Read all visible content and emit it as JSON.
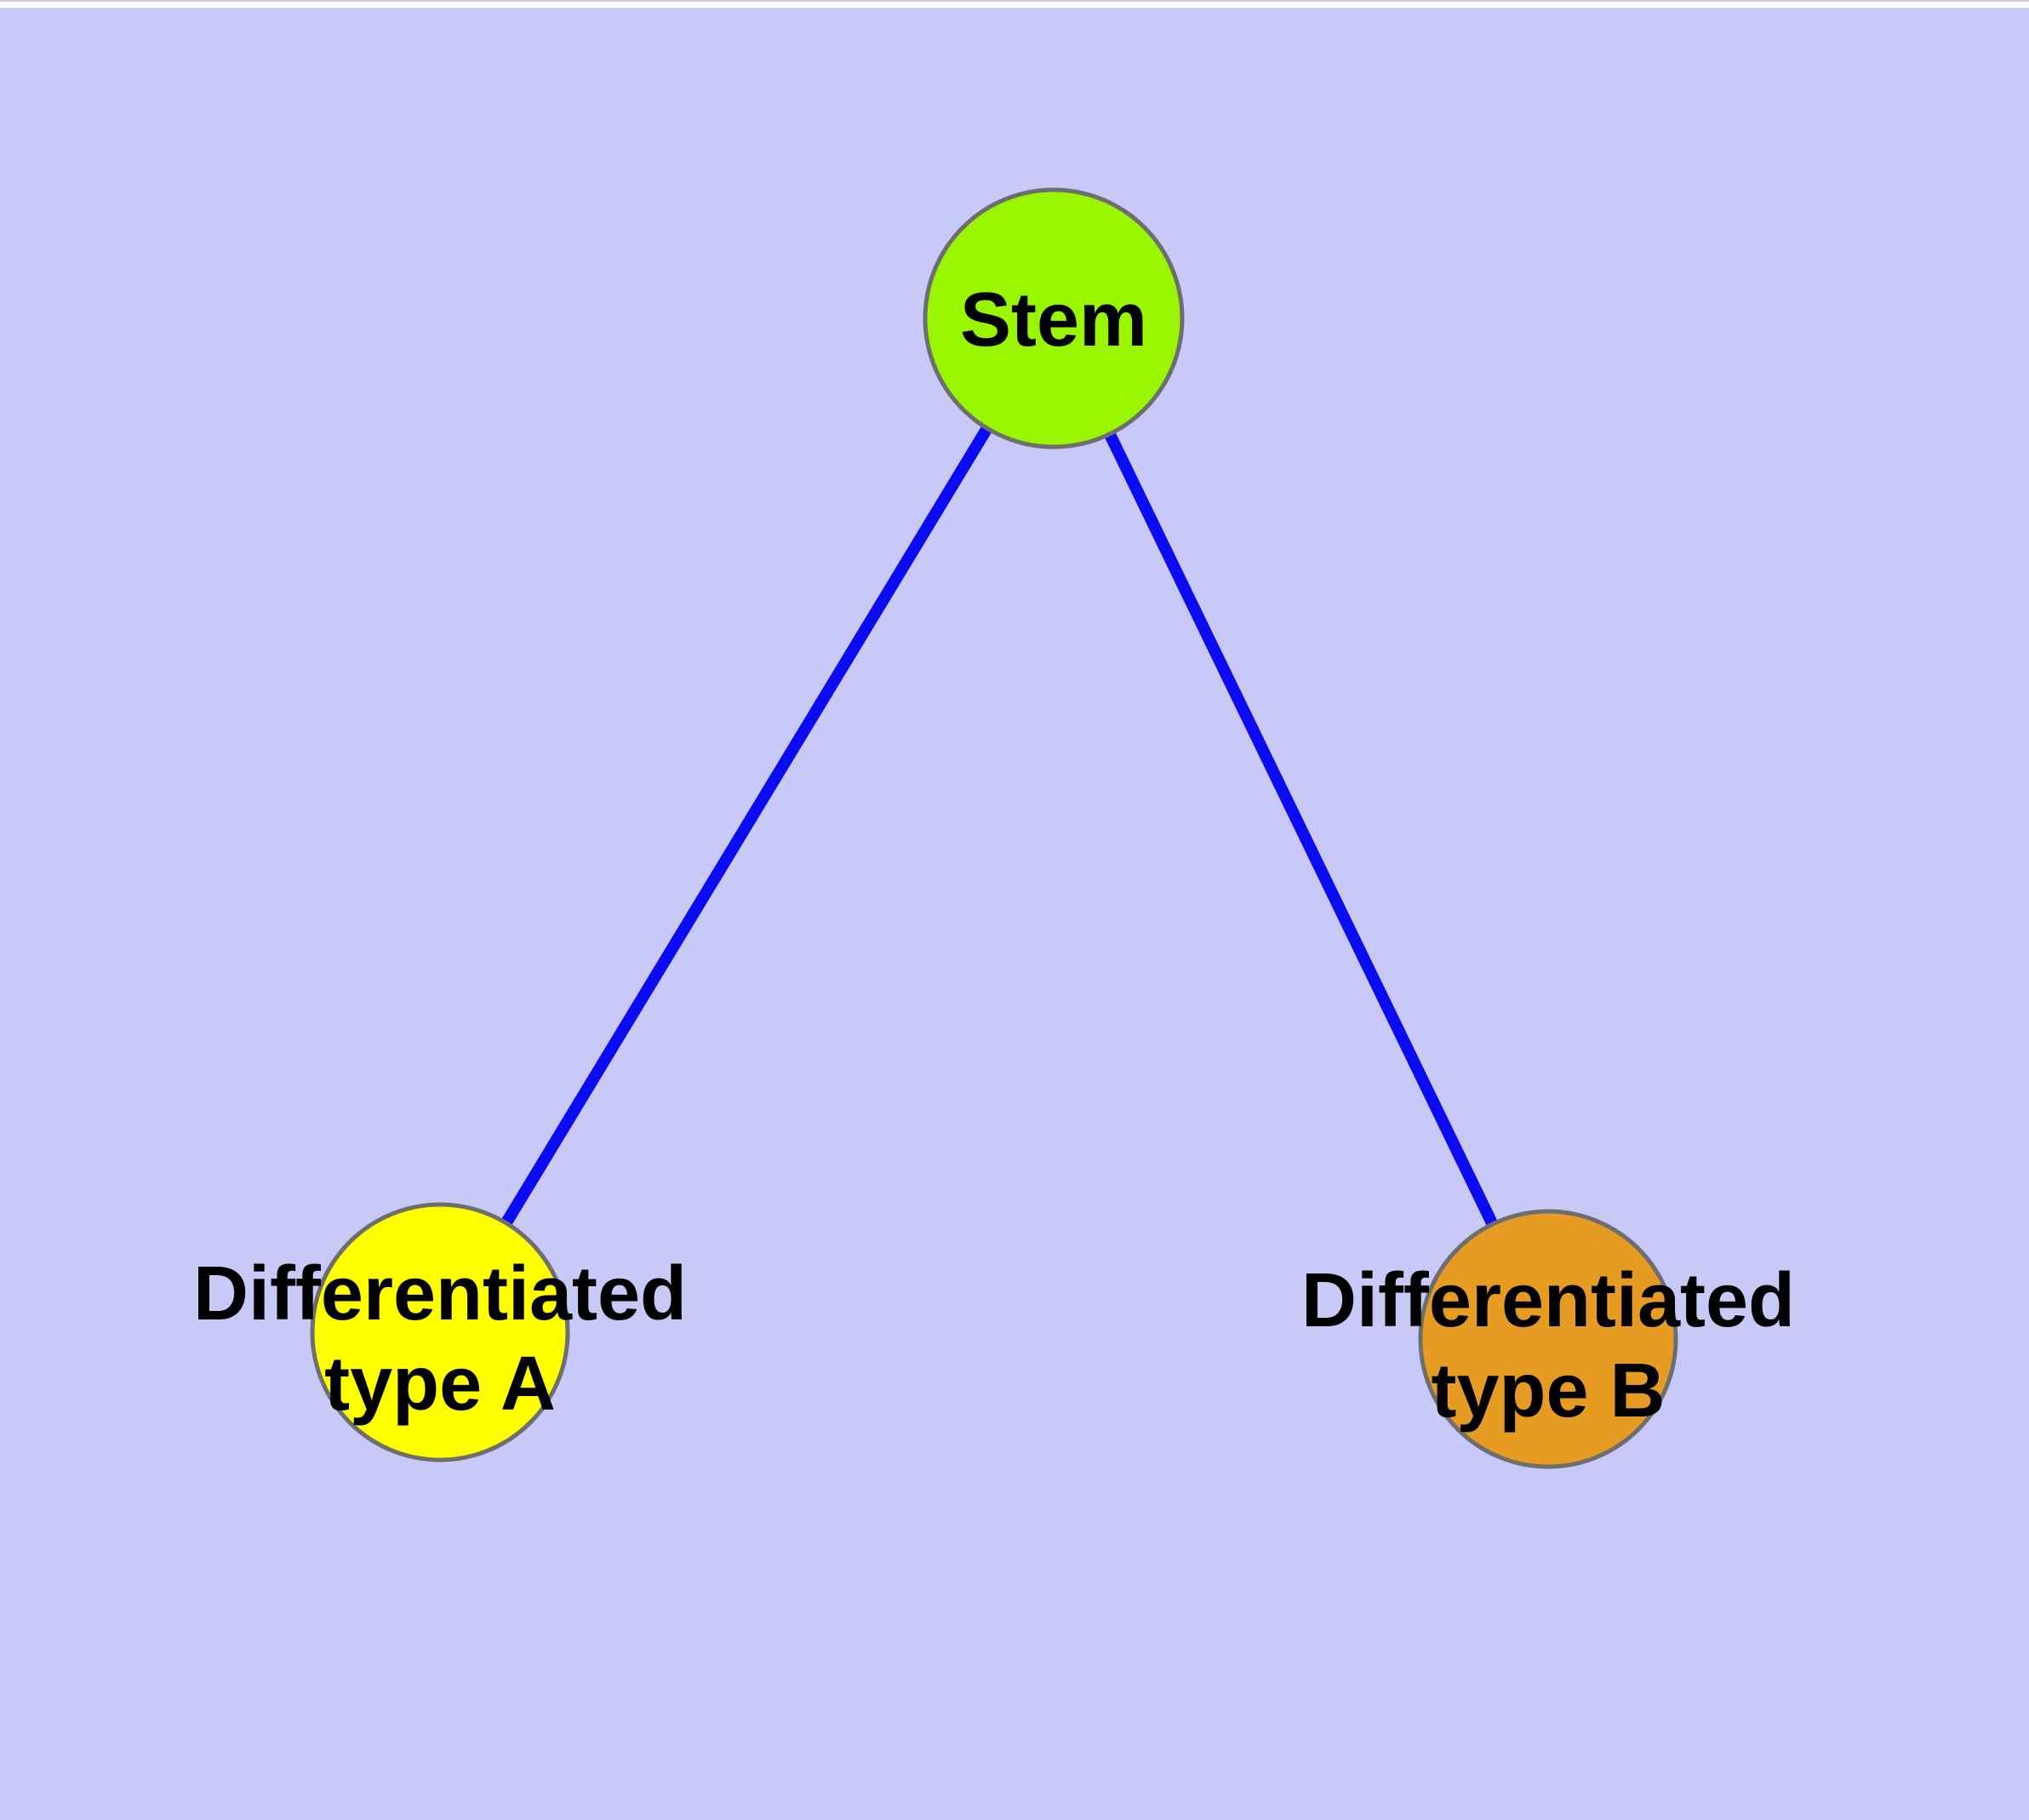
{
  "figure": {
    "top_hairline_color": "#cfcfcf",
    "top_strip_color": "#ffffff",
    "background_color": "#c9c9f8"
  },
  "graph": {
    "edge_color": "#0b0bf2",
    "node_border_color": "#6e6e6e",
    "label_color": "#000000",
    "nodes": [
      {
        "id": "stem",
        "label": "Stem",
        "color": "#99f500"
      },
      {
        "id": "differentiated-type-a",
        "label_line1": "Differentiated",
        "label_line2": "type A",
        "color": "#ffff00"
      },
      {
        "id": "differentiated-type-b",
        "label_line1": "Differentiated",
        "label_line2": "type B",
        "color": "#e69b22"
      }
    ],
    "edges": [
      {
        "from": "Stem",
        "to": "Differentiated type A"
      },
      {
        "from": "Stem",
        "to": "Differentiated type B"
      }
    ]
  }
}
